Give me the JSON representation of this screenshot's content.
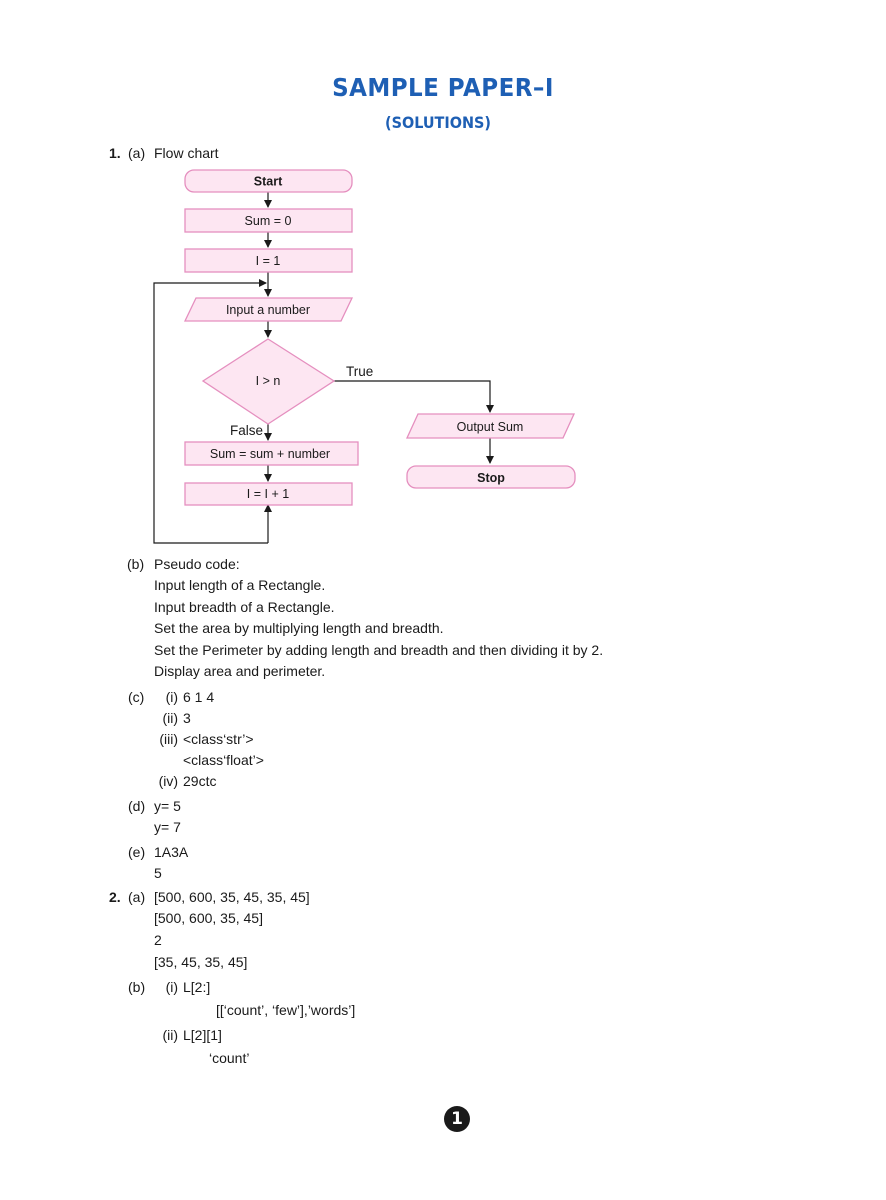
{
  "header": {
    "title": "SAMPLE PAPER–I",
    "subtitle": "(SOLUTIONS)"
  },
  "q1": {
    "num": "1.",
    "a": {
      "label": "(a)",
      "text": "Flow chart",
      "flowchart": {
        "start": "Start",
        "sum_init": "Sum = 0",
        "i_init": "I = 1",
        "input": "Input a number",
        "decision": "I > n",
        "true_label": "True",
        "false_label": "False",
        "sum_update": "Sum = sum + number",
        "i_update": "I = I + 1",
        "output": "Output Sum",
        "stop": "Stop"
      }
    },
    "b": {
      "label": "(b)",
      "lines": [
        "Pseudo code:",
        "Input length of a Rectangle.",
        "Input breadth of a Rectangle.",
        "Set the area by multiplying length and breadth.",
        "Set the Perimeter by adding length and breadth and then dividing it by 2.",
        "Display area and perimeter."
      ]
    },
    "c": {
      "label": "(c)",
      "items": [
        {
          "sub": "(i)",
          "lines": [
            "6 1 4"
          ]
        },
        {
          "sub": "(ii)",
          "lines": [
            "3"
          ]
        },
        {
          "sub": "(iii)",
          "lines": [
            "<class‘str’>",
            "<class‘float’>"
          ]
        },
        {
          "sub": "(iv)",
          "lines": [
            "29ctc"
          ]
        }
      ]
    },
    "d": {
      "label": "(d)",
      "lines": [
        "y= 5",
        "y= 7"
      ]
    },
    "e": {
      "label": "(e)",
      "lines": [
        "1A3A",
        "5"
      ]
    }
  },
  "q2": {
    "num": "2.",
    "a": {
      "label": "(a)",
      "lines": [
        "[500, 600, 35, 45, 35, 45]",
        "[500, 600, 35, 45]",
        "2",
        "[35, 45, 35, 45]"
      ]
    },
    "b": {
      "label": "(b)",
      "i": {
        "sub": "(i)",
        "code": "L[2:]",
        "result": "[[‘count’, ‘few’],’words’]"
      },
      "ii": {
        "sub": "(ii)",
        "code": "L[2][1]",
        "result": "‘count’"
      }
    }
  },
  "footer": {
    "page_number": "1"
  },
  "colors": {
    "heading": "#1e5fb4",
    "shape_fill": "#fde6f2",
    "shape_stroke": "#e58fbf"
  }
}
